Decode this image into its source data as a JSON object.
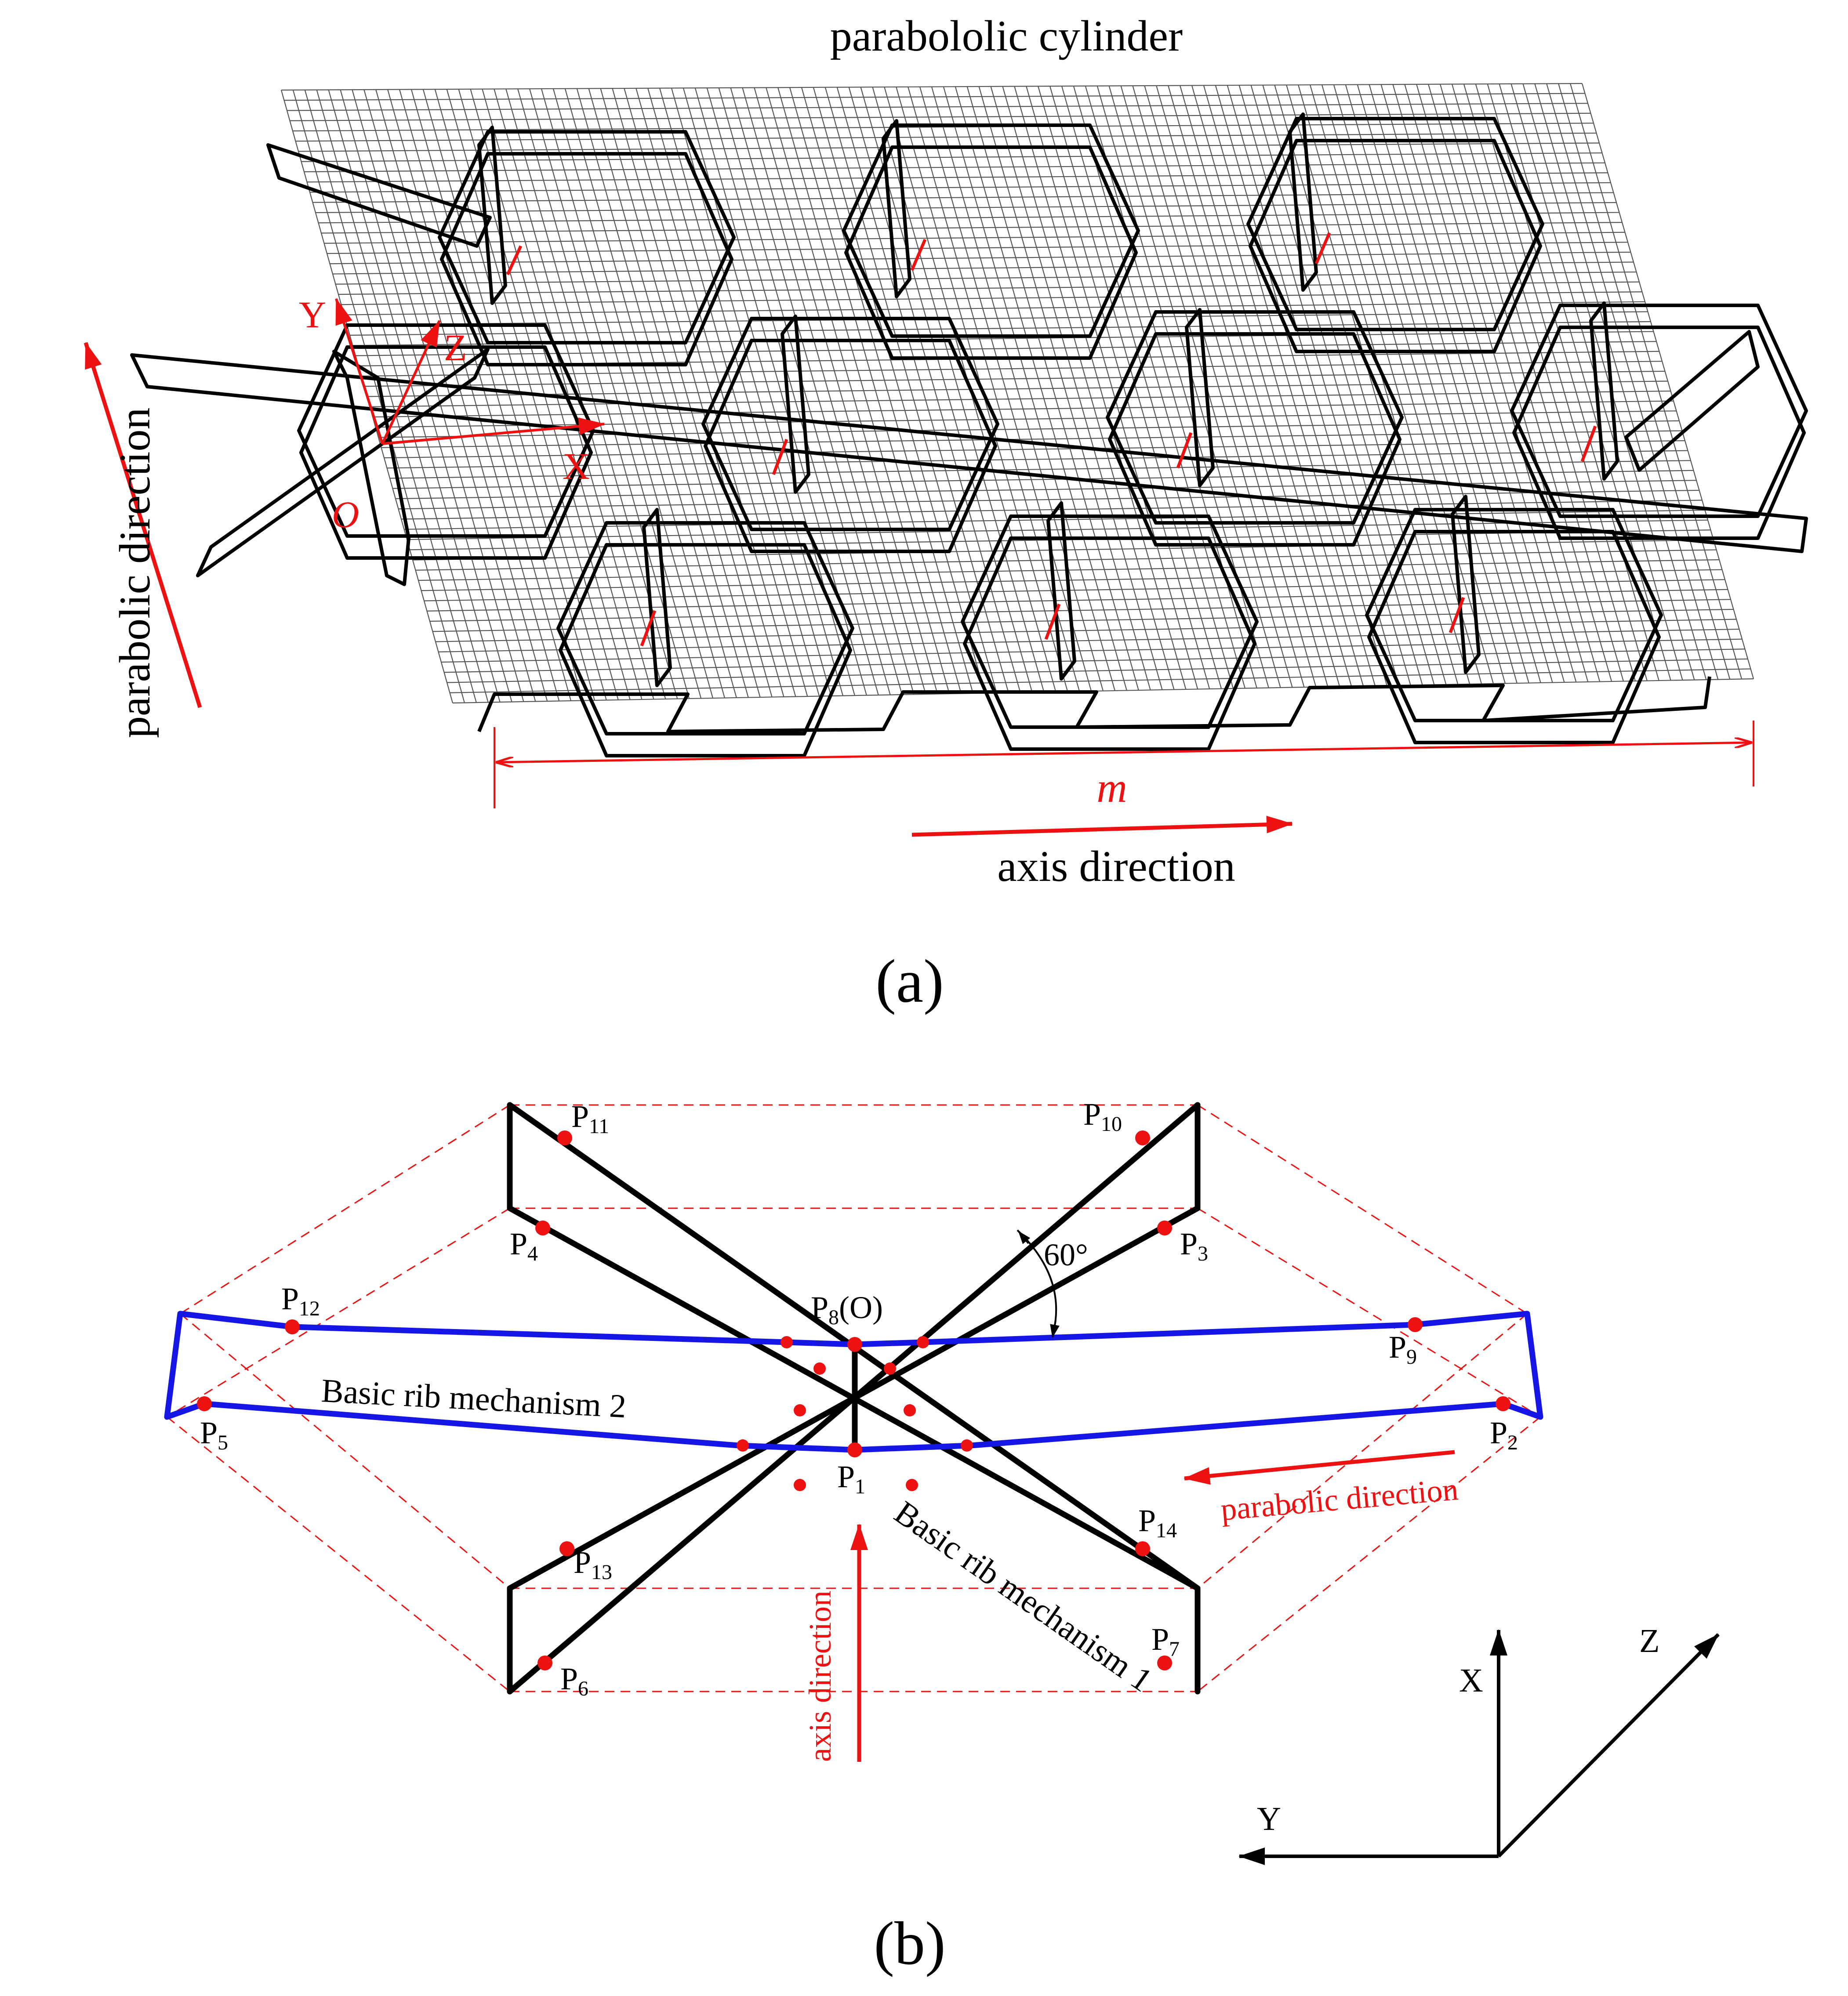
{
  "colors": {
    "accent": "#ee1111",
    "rib": "#000000",
    "blue_rib": "#1515e6",
    "grid": "#555555"
  },
  "panel_a": {
    "title": "parabololic cylinder",
    "label": "(a)",
    "parabolic_direction": "parabolic direction",
    "axis_direction": "axis direction",
    "dimension": "m",
    "axes": {
      "x": "X",
      "y": "Y",
      "z": "Z",
      "origin": "O"
    }
  },
  "panel_b": {
    "label": "(b)",
    "angle": "60°",
    "mechanism_1": "Basic rib mechanism 1",
    "mechanism_2": "Basic rib mechanism 2",
    "parabolic_direction": "parabolic direction",
    "axis_direction": "axis direction",
    "axes": {
      "x": "X",
      "y": "Y",
      "z": "Z"
    },
    "points": [
      {
        "p": "P",
        "sub": "1"
      },
      {
        "p": "P",
        "sub": "2"
      },
      {
        "p": "P",
        "sub": "3"
      },
      {
        "p": "P",
        "sub": "4"
      },
      {
        "p": "P",
        "sub": "5"
      },
      {
        "p": "P",
        "sub": "6"
      },
      {
        "p": "P",
        "sub": "7"
      },
      {
        "p": "P",
        "sub": "8",
        "suffix": "(O)"
      },
      {
        "p": "P",
        "sub": "9"
      },
      {
        "p": "P",
        "sub": "10"
      },
      {
        "p": "P",
        "sub": "11"
      },
      {
        "p": "P",
        "sub": "12"
      },
      {
        "p": "P",
        "sub": "13"
      },
      {
        "p": "P",
        "sub": "14"
      }
    ]
  }
}
